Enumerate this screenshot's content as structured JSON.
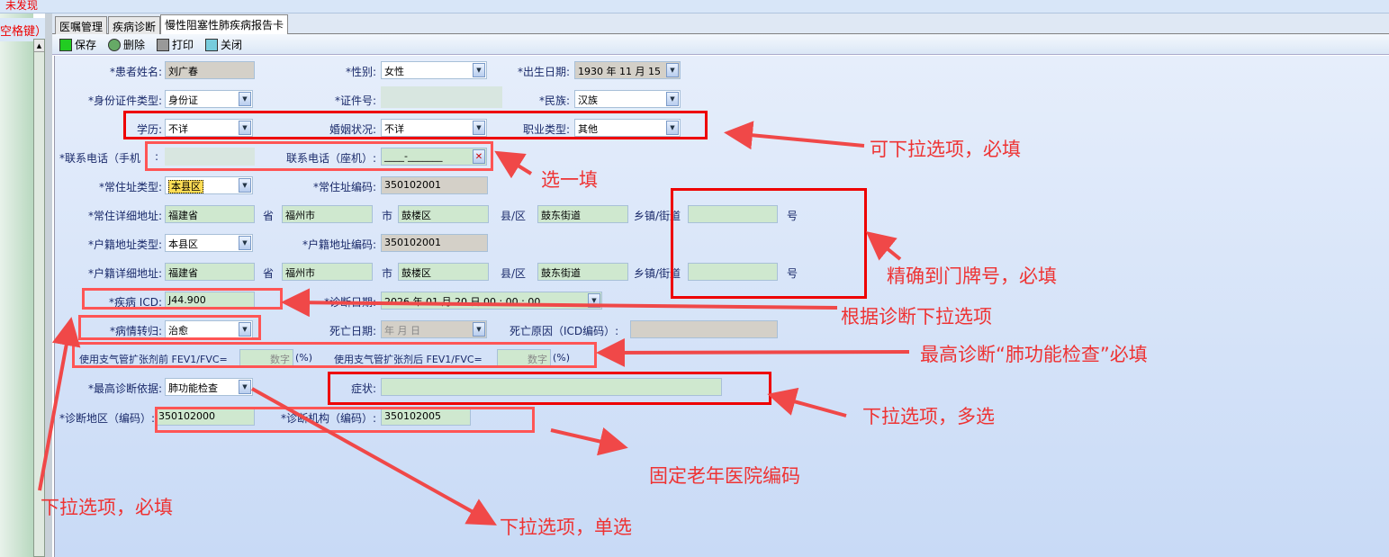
{
  "top": {
    "status": "未发现",
    "hint": "空格键）"
  },
  "tabs": [
    "医嘱管理",
    "疾病诊断",
    "慢性阻塞性肺疾病报告卡"
  ],
  "toolbar": {
    "save": "保存",
    "delete": "删除",
    "print": "打印",
    "close": "关闭"
  },
  "form": {
    "patient_name_label": "*患者姓名:",
    "patient_name": "刘广春",
    "gender_label": "*性别:",
    "gender": "女性",
    "birth_label": "*出生日期:",
    "birth": "1930 年 11 月 15",
    "id_type_label": "*身份证件类型:",
    "id_type": "身份证",
    "id_no_label": "*证件号:",
    "ethnic_label": "*民族:",
    "ethnic": "汉族",
    "edu_label": "学历:",
    "edu": "不详",
    "marital_label": "婚姻状况:",
    "marital": "不详",
    "job_label": "职业类型:",
    "job": "其他",
    "mobile_label": "*联系电话（手机",
    "mobile_colon": ":",
    "landline_label": "联系电话（座机）:",
    "landline": "____-_______",
    "res_type_label": "*常住址类型:",
    "res_type": "本县区",
    "res_code_label": "*常住址编码:",
    "res_code": "350102001",
    "res_addr_label": "*常住详细地址:",
    "prov": "福建省",
    "prov_u": "省",
    "city": "福州市",
    "city_u": "市",
    "county": "鼓楼区",
    "county_u": "县/区",
    "street": "鼓东街道",
    "street_u": "乡镇/街道",
    "no_u": "号",
    "reg_type_label": "*户籍地址类型:",
    "reg_type": "本县区",
    "reg_code_label": "*户籍地址编码:",
    "reg_code": "350102001",
    "reg_addr_label": "*户籍详细地址:",
    "icd_label": "*疾病 ICD:",
    "icd": "J44.900",
    "diag_date_label": "*诊断日期:",
    "diag_date": "2026 年 01 月 20 日  00 : 00 : 00",
    "outcome_label": "*病情转归:",
    "outcome": "治愈",
    "death_date_label": "死亡日期:",
    "death_date": "年   月   日",
    "death_cause_label": "死亡原因（ICD编码）:",
    "fev_pre_label": "使用支气管扩张剂前 FEV1/FVC=",
    "fev_pre": "数字",
    "pct": "(%)",
    "fev_post_label": "使用支气管扩张剂后 FEV1/FVC=",
    "fev_post": "数字",
    "basis_label": "*最高诊断依据:",
    "basis": "肺功能检查",
    "symptom_label": "症状:",
    "region_label": "*诊断地区（编码）:",
    "region": "350102000",
    "org_label": "*诊断机构（编码）:",
    "org": "350102005"
  },
  "notes": {
    "n1": "可下拉选项，必填",
    "n2": "选一填",
    "n3": "精确到门牌号，必填",
    "n4": "根据诊断下拉选项",
    "n5": "最高诊断“肺功能检查”必填",
    "n6": "下拉选项，多选",
    "n7": "固定老年医院编码",
    "n8": "下拉选项，必填",
    "n9": "下拉选项，单选"
  }
}
